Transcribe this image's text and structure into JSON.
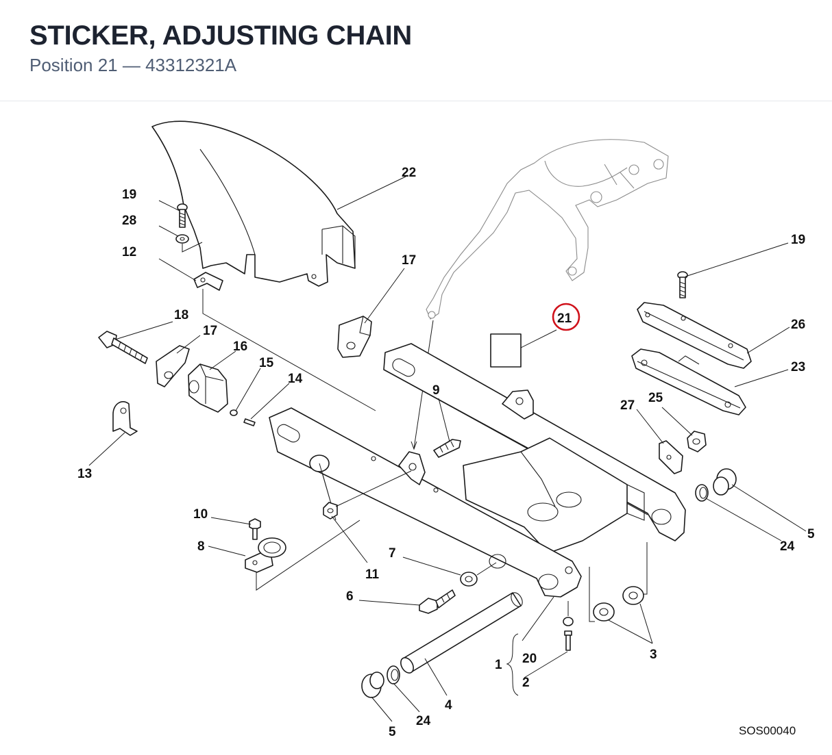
{
  "header": {
    "title": "STICKER, ADJUSTING CHAIN",
    "subtitle": "Position 21  —  43312321A"
  },
  "highlight": {
    "callout": "21",
    "color": "#d0121b"
  },
  "callouts": {
    "c19a": "19",
    "c28": "28",
    "c12": "12",
    "c22": "22",
    "c17a": "17",
    "c19b": "19",
    "c21": "21",
    "c26": "26",
    "c23": "23",
    "c18": "18",
    "c17b": "17",
    "c16": "16",
    "c15": "15",
    "c14": "14",
    "c9": "9",
    "c25": "25",
    "c27": "27",
    "c13": "13",
    "c10": "10",
    "c8": "8",
    "c11": "11",
    "c7": "7",
    "c5a": "5",
    "c24a": "24",
    "c6": "6",
    "c1": "1",
    "c20": "20",
    "c2": "2",
    "c3": "3",
    "c4": "4",
    "c24b": "24",
    "c5b": "5"
  },
  "drawing_code": "SOS00040"
}
